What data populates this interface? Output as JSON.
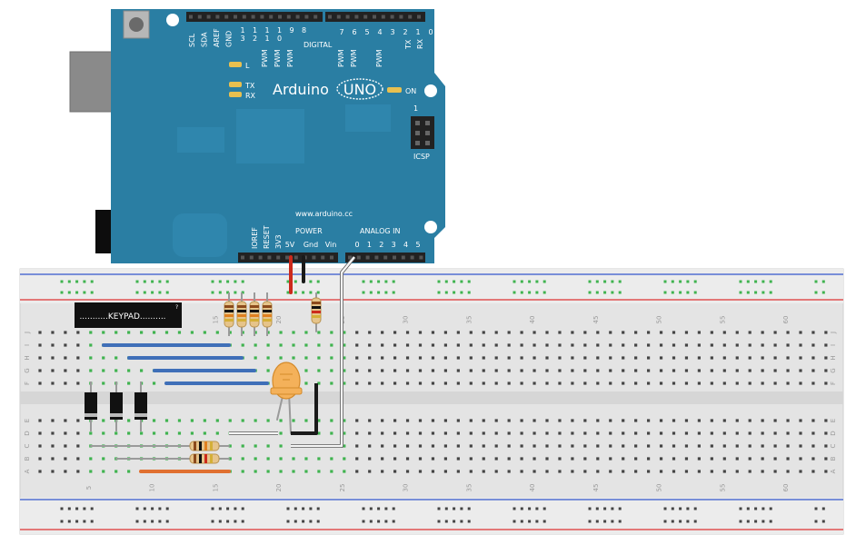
{
  "board": {
    "brand": "Arduino",
    "model": "UNO",
    "website": "www.arduino.cc",
    "on_label": "ON",
    "icsp_label": "ICSP",
    "icsp_pin_one": "1",
    "led_l": "L",
    "led_tx": "TX",
    "led_rx": "RX",
    "digital_label": "DIGITAL",
    "power_label": "POWER",
    "analog_label": "ANALOG IN",
    "top_left_pins": [
      "SCL",
      "SDA",
      "AREF",
      "GND"
    ],
    "top_numbers_left": [
      "1\n3",
      "1\n2",
      "1\n1",
      "1\n0",
      "9",
      "8"
    ],
    "pwm_marks": [
      "PWM",
      "PWM",
      "PWM",
      "PWM",
      "PWM",
      "PWM"
    ],
    "top_numbers_right": [
      "7",
      "6",
      "5",
      "4",
      "3",
      "2",
      "1",
      "0"
    ],
    "txrx_pins": [
      "TX",
      "RX"
    ],
    "bottom_left_pins": [
      "IOREF",
      "RESET",
      "3V3"
    ],
    "power_pins": [
      "5V",
      "Gnd",
      "Vin"
    ],
    "analog_pins": [
      "0",
      "1",
      "2",
      "3",
      "4",
      "5"
    ],
    "colors": {
      "pcb": "#2a7ea3",
      "pcb_dark": "#1f6a8c",
      "header": "#222222"
    }
  },
  "keypad": {
    "label": "...........KEYPAD..........",
    "pin_mark": "?"
  },
  "breadboard": {
    "column_numbers": [
      "5",
      "10",
      "15",
      "20",
      "25",
      "30",
      "35",
      "40",
      "45",
      "50",
      "55",
      "60"
    ],
    "row_letters_top": [
      "J",
      "I",
      "H",
      "G",
      "F"
    ],
    "row_letters_bottom": [
      "E",
      "D",
      "C",
      "B",
      "A"
    ],
    "colors": {
      "body": "#e6e6e6",
      "rail_red": "#d33",
      "rail_blue": "#335cc7",
      "hole_green": "#3fb34f",
      "hole_gray": "#444"
    }
  },
  "wires": {
    "colors": {
      "blue": "#3f6fb8",
      "orange": "#e07030",
      "red": "#cc2a1c",
      "black": "#1a1a1a",
      "white": "#f6f6f6",
      "gray": "#9a9a9a"
    }
  }
}
